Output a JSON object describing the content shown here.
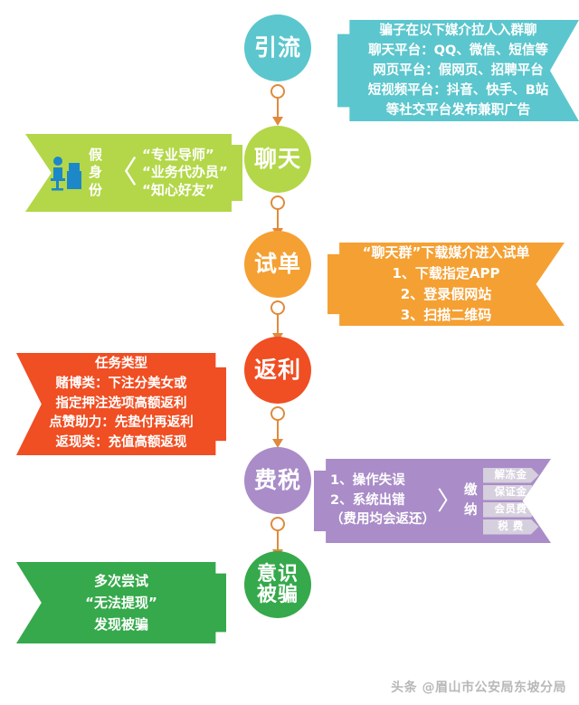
{
  "steps": [
    {
      "id": "lure",
      "label": "引流",
      "color": "#5bc6cd"
    },
    {
      "id": "chat",
      "label": "聊天",
      "color": "#b3d749"
    },
    {
      "id": "trial",
      "label": "试单",
      "color": "#f5a033"
    },
    {
      "id": "rebate",
      "label": "返利",
      "color": "#f04e23"
    },
    {
      "id": "fee",
      "label": "费税",
      "color": "#a98cc8"
    },
    {
      "id": "aware",
      "label_line1": "意识",
      "label_line2": "被骗",
      "color": "#35a94b"
    }
  ],
  "lure_banner": {
    "line1": "骗子在以下媒介拉人入群聊",
    "line2": "聊天平台：QQ、微信、短信等",
    "line3": "网页平台：假网页、招聘平台",
    "line4": "短视频平台：抖音、快手、B站",
    "line5": "等社交平台发布兼职广告"
  },
  "chat_banner": {
    "icon": "person-at-desk-icon",
    "vertical_word_line1": "假",
    "vertical_word_line2": "身",
    "vertical_word_line3": "份",
    "brace": "〈",
    "role1": "“专业导师”",
    "role2": "“业务代办员”",
    "role3": "“知心好友”"
  },
  "trial_banner": {
    "line1": "“聊天群”下载媒介进入试单",
    "line2": "1、下载指定APP",
    "line3": "2、登录假网站",
    "line4": "3、扫描二维码"
  },
  "rebate_banner": {
    "line1": "任务类型",
    "line2": "赌博类：下注分美女或",
    "line3": "指定押注选项高额返利",
    "line4": "点赞助力：先垫付再返利",
    "line5": "返现类：充值高额返现"
  },
  "fee_banner": {
    "reason1": "1、操作失误",
    "reason2": "2、系统出错",
    "brace": "〉",
    "pay_line1": "缴",
    "pay_line2": "纳",
    "note": "（费用均会返还）",
    "tags": [
      "解冻金",
      "保证金",
      "会员费",
      "税 费"
    ]
  },
  "aware_banner": {
    "line1": "多次尝试",
    "line2": "“无法提现”",
    "line3": "发现被骗"
  },
  "footer": {
    "watermark": "头条 @眉山市公安局东坡分局"
  },
  "connector": {
    "icon": "pin-arrow-down-icon",
    "color": "#e08a3c"
  }
}
